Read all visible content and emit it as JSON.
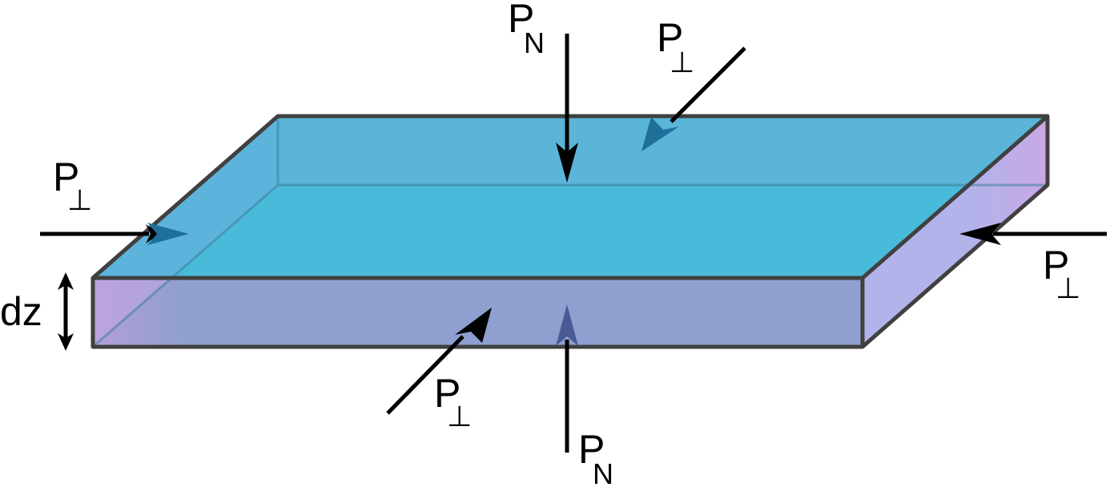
{
  "diagram": {
    "labels": {
      "p_n_top": {
        "main": "P",
        "sub": "N"
      },
      "p_perp_back": {
        "main": "P",
        "sub": "⊥"
      },
      "p_perp_left": {
        "main": "P",
        "sub": "⊥"
      },
      "p_perp_right": {
        "main": "P",
        "sub": "⊥"
      },
      "p_perp_front": {
        "main": "P",
        "sub": "⊥"
      },
      "p_n_bottom": {
        "main": "P",
        "sub": "N"
      },
      "thickness": "dz"
    },
    "colors": {
      "top_face": "#41bcd9",
      "back_face": "#5bb4d8",
      "left_face": "#5eb3dc",
      "front_face": "#8e9fd0",
      "right_face": "#b3b3eb",
      "pink_edge_tint": "#c9a8e6",
      "edge": "#404040",
      "arrow": "#000000",
      "arrow_tip_inside_slab": "#1e6f99",
      "arrow_tip_behind_front_face": "#4a5a94"
    }
  }
}
